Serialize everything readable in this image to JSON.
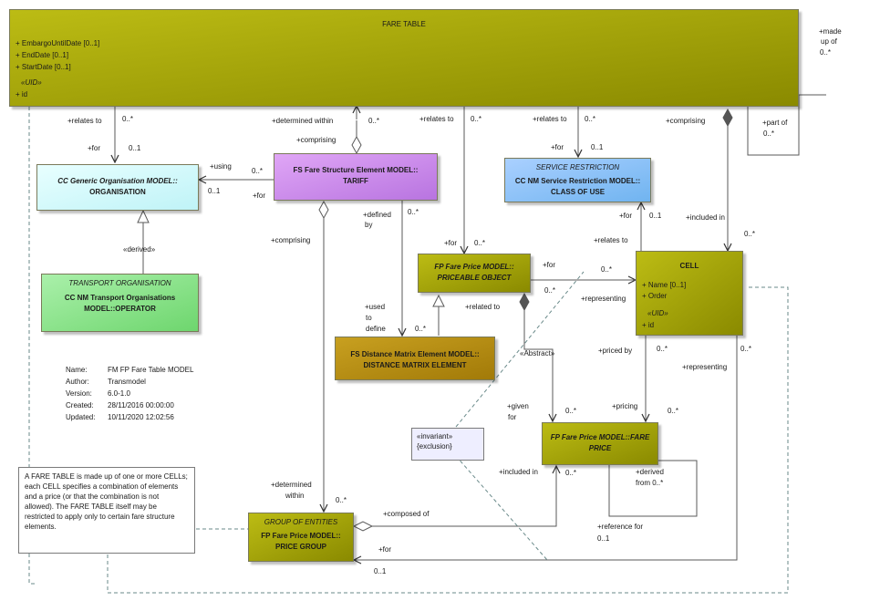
{
  "fare_table": {
    "title": "FARE TABLE",
    "attributes": [
      "+  EmbargoUntilDate [0..1]",
      "+  EndDate [0..1]",
      "+  StartDate [0..1]"
    ],
    "uid_label": "«UID»",
    "uid_attr": "+  id"
  },
  "organisation": {
    "line1": "CC Generic Organisation MODEL::",
    "line2": "ORGANISATION"
  },
  "tariff": {
    "line1": "FS Fare Structure Element MODEL::",
    "line2": "TARIFF"
  },
  "service_restriction": {
    "stereotype": "SERVICE RESTRICTION",
    "line1": "CC NM Service Restriction MODEL::",
    "line2": "CLASS OF USE"
  },
  "operator": {
    "stereotype": "TRANSPORT ORGANISATION",
    "line1": "CC NM Transport Organisations",
    "line2": "MODEL::OPERATOR"
  },
  "priceable": {
    "line1": "FP Fare Price MODEL::",
    "line2": "PRICEABLE OBJECT"
  },
  "cell": {
    "title": "CELL",
    "attr1": "+  Name [0..1]",
    "attr2": "+  Order",
    "uid_label": "«UID»",
    "uid_attr": "+  id"
  },
  "distance_matrix": {
    "line1": "FS Distance Matrix Element MODEL::",
    "line2": "DISTANCE MATRIX ELEMENT"
  },
  "fare_price": {
    "line1": "FP Fare Price MODEL::FARE",
    "line2": "PRICE"
  },
  "price_group": {
    "stereotype": "GROUP OF ENTITIES",
    "line1": "FP Fare Price MODEL::",
    "line2": "PRICE GROUP"
  },
  "invariant_note": {
    "line1": "«invariant»",
    "line2": "{exclusion}"
  },
  "description_note": "A FARE TABLE is made up of one or more CELLs; each CELL specifies a combination of elements and a price (or that the combination is not allowed).  The FARE TABLE itself may be restricted to apply only to certain fare structure elements.",
  "metadata": [
    {
      "key": "Name:",
      "value": "FM FP Fare Table MODEL"
    },
    {
      "key": "Author:",
      "value": "Transmodel"
    },
    {
      "key": "Version:",
      "value": "6.0-1.0"
    },
    {
      "key": "Created:",
      "value": "28/11/2016 00:00:00"
    },
    {
      "key": "Updated:",
      "value": "10/11/2020 12:02:56"
    }
  ],
  "labels": {
    "made_up_of": "+made",
    "made_up_of_2": "up of",
    "made_up_of_mult": "0..*",
    "part_of": "+part of",
    "part_of_mult": "0..*",
    "relates_to_a": "+relates to",
    "relates_to_a_mult": "0..*",
    "for_a": "+for",
    "for_a_mult": "0..1",
    "determined_within": "+determined within",
    "determined_within_mult": "0..*",
    "comprising_a": "+comprising",
    "relates_to_b": "+relates to",
    "relates_to_b_mult": "0..*",
    "relates_to_c": "+relates to",
    "relates_to_c_mult": "0..*",
    "for_c": "+for",
    "for_c_mult": "0..1",
    "comprising_b": "+comprising",
    "using": "+using",
    "using_mult": "0..*",
    "for_org": "+for",
    "for_org_mult": "0..1",
    "derived": "«derived»",
    "defined_by": "+defined",
    "defined_by_2": "by",
    "defined_by_mult": "0..*",
    "comprising_c": "+comprising",
    "for_pr": "+for",
    "for_pr_mult": "0..*",
    "for_cu": "+for",
    "for_cu_mult": "0..1",
    "relates_to_cell": "+relates to",
    "included_in": "+included in",
    "included_in_mult": "0..*",
    "for_po": "+for",
    "for_po_mult": "0..*",
    "for_po_mult2": "0..*",
    "representing_a": "+representing",
    "used_to_define": "+used",
    "used_to_define_2": "to",
    "used_to_define_3": "define",
    "used_to_define_mult": "0..*",
    "related_to": "+related to",
    "abstract": "«Abstract»",
    "priced_by": "+priced by",
    "priced_by_mult": "0..*",
    "representing_b": "+representing",
    "representing_b_mult": "0..*",
    "given_for": "+given",
    "given_for_2": "for",
    "given_for_mult": "0..*",
    "pricing": "+pricing",
    "pricing_mult": "0..*",
    "included_in_b": "+included in",
    "included_in_b_mult": "0..*",
    "derived_from": "+derived",
    "derived_from_2": "from 0..*",
    "determined_within_b": "+determined",
    "determined_within_b_2": "within",
    "determined_within_b_mult": "0..*",
    "composed_of": "+composed of",
    "reference_for": "+reference for",
    "reference_for_mult": "0..1",
    "for_pg": "+for",
    "for_pg_mult": "0..1"
  }
}
